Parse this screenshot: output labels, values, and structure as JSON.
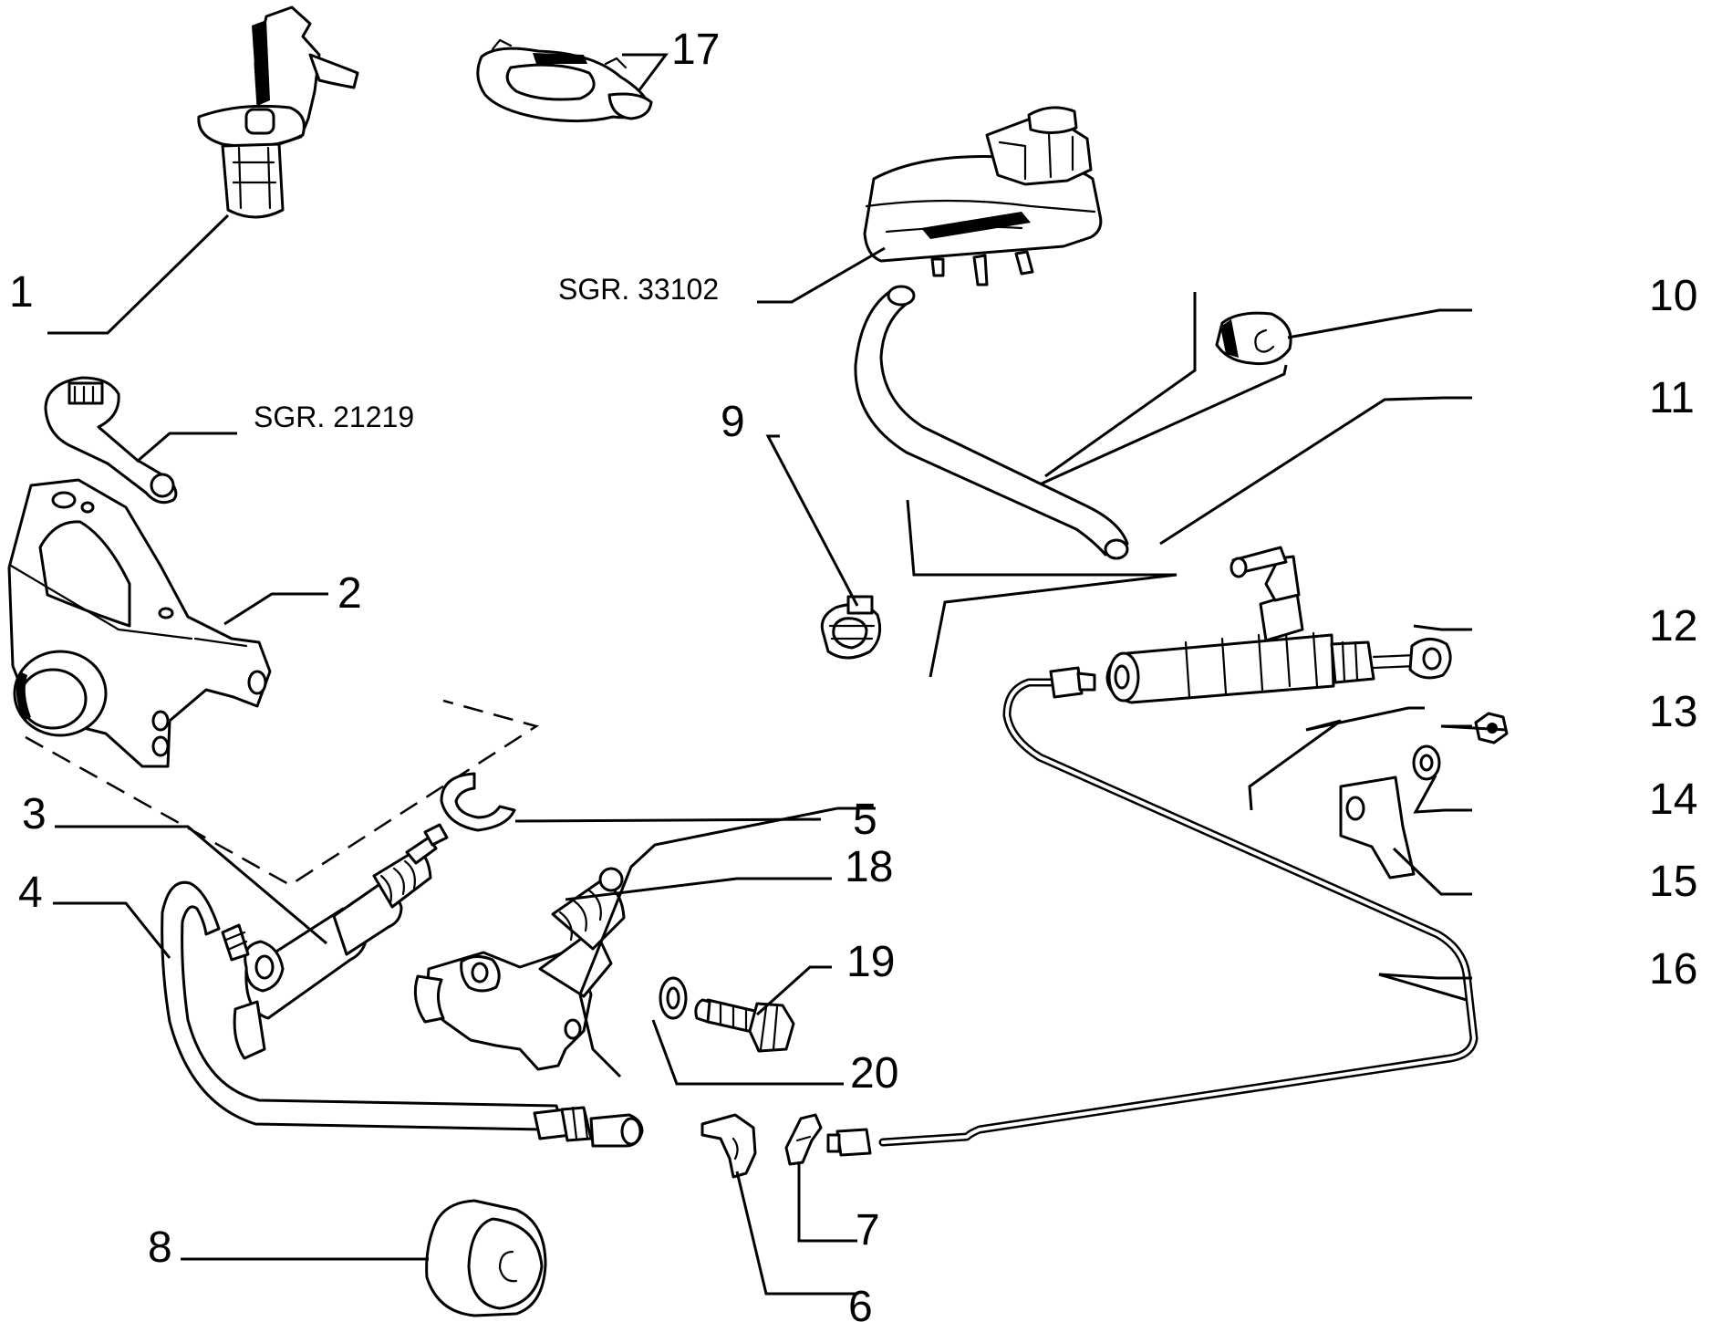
{
  "callouts": {
    "c1": "1",
    "c2": "2",
    "c3": "3",
    "c4": "4",
    "c5": "5",
    "c6": "6",
    "c7": "7",
    "c8": "8",
    "c9": "9",
    "c10": "10",
    "c11": "11",
    "c12": "12",
    "c13": "13",
    "c14": "14",
    "c15": "15",
    "c16": "16",
    "c17": "17",
    "c18": "18",
    "c19": "19",
    "c20": "20"
  },
  "references": {
    "reservoir": "SGR. 33102",
    "pedal_lever": "SGR. 21219"
  },
  "colors": {
    "line": "#000000",
    "background": "#ffffff"
  }
}
